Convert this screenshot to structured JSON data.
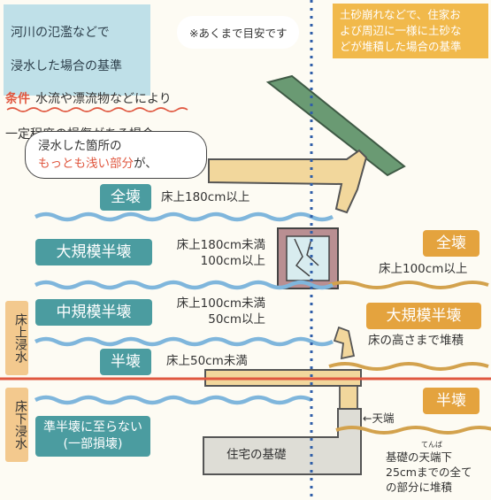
{
  "river": {
    "title_line1": "河川の氾濫などで",
    "title_line2": "浸水した場合の基準",
    "condition_tag": "条件",
    "condition_line1": "水流や漂流物などにより",
    "condition_line2": "一定程度の損傷がある場合",
    "bubble_line1": "浸水した箇所の",
    "bubble_red": "もっとも浅い部分",
    "bubble_tail": "が、",
    "levels": [
      {
        "label": "全壊",
        "criterion": "床上180cm以上"
      },
      {
        "label": "大規模半壊",
        "criterion": "床上180cm未満\n100cm以上"
      },
      {
        "label": "中規模半壊",
        "criterion": "床上100cm未満\n50cm以上"
      },
      {
        "label": "半壊",
        "criterion": "床上50cm未満"
      },
      {
        "label": "準半壊に至らない\n(一部損壊)",
        "criterion": ""
      }
    ],
    "side_upper": "床上浸水",
    "side_lower": "床下浸水"
  },
  "note": "※あくまで目安です",
  "landslide": {
    "title": "土砂崩れなどで、住家お\nよび周辺に一様に土砂な\nどが堆積した場合の基準",
    "levels": [
      {
        "label": "全壊",
        "criterion": "床上100cm以上"
      },
      {
        "label": "大規模半壊",
        "criterion": "床の高さまで堆積"
      },
      {
        "label": "半壊",
        "criterion": ""
      }
    ],
    "tenba_label": "←天端",
    "tenba_ruby": "てんば",
    "half_criterion": "基礎の天端下\n25cmまでの全て\nの部分に堆積"
  },
  "foundation_label": "住宅の基礎",
  "colors": {
    "teal": "#4b9ca0",
    "orange": "#e4a33e",
    "wave": "#7fb6dc",
    "red_line": "#e0573f",
    "sediment": "#d3a24d"
  }
}
